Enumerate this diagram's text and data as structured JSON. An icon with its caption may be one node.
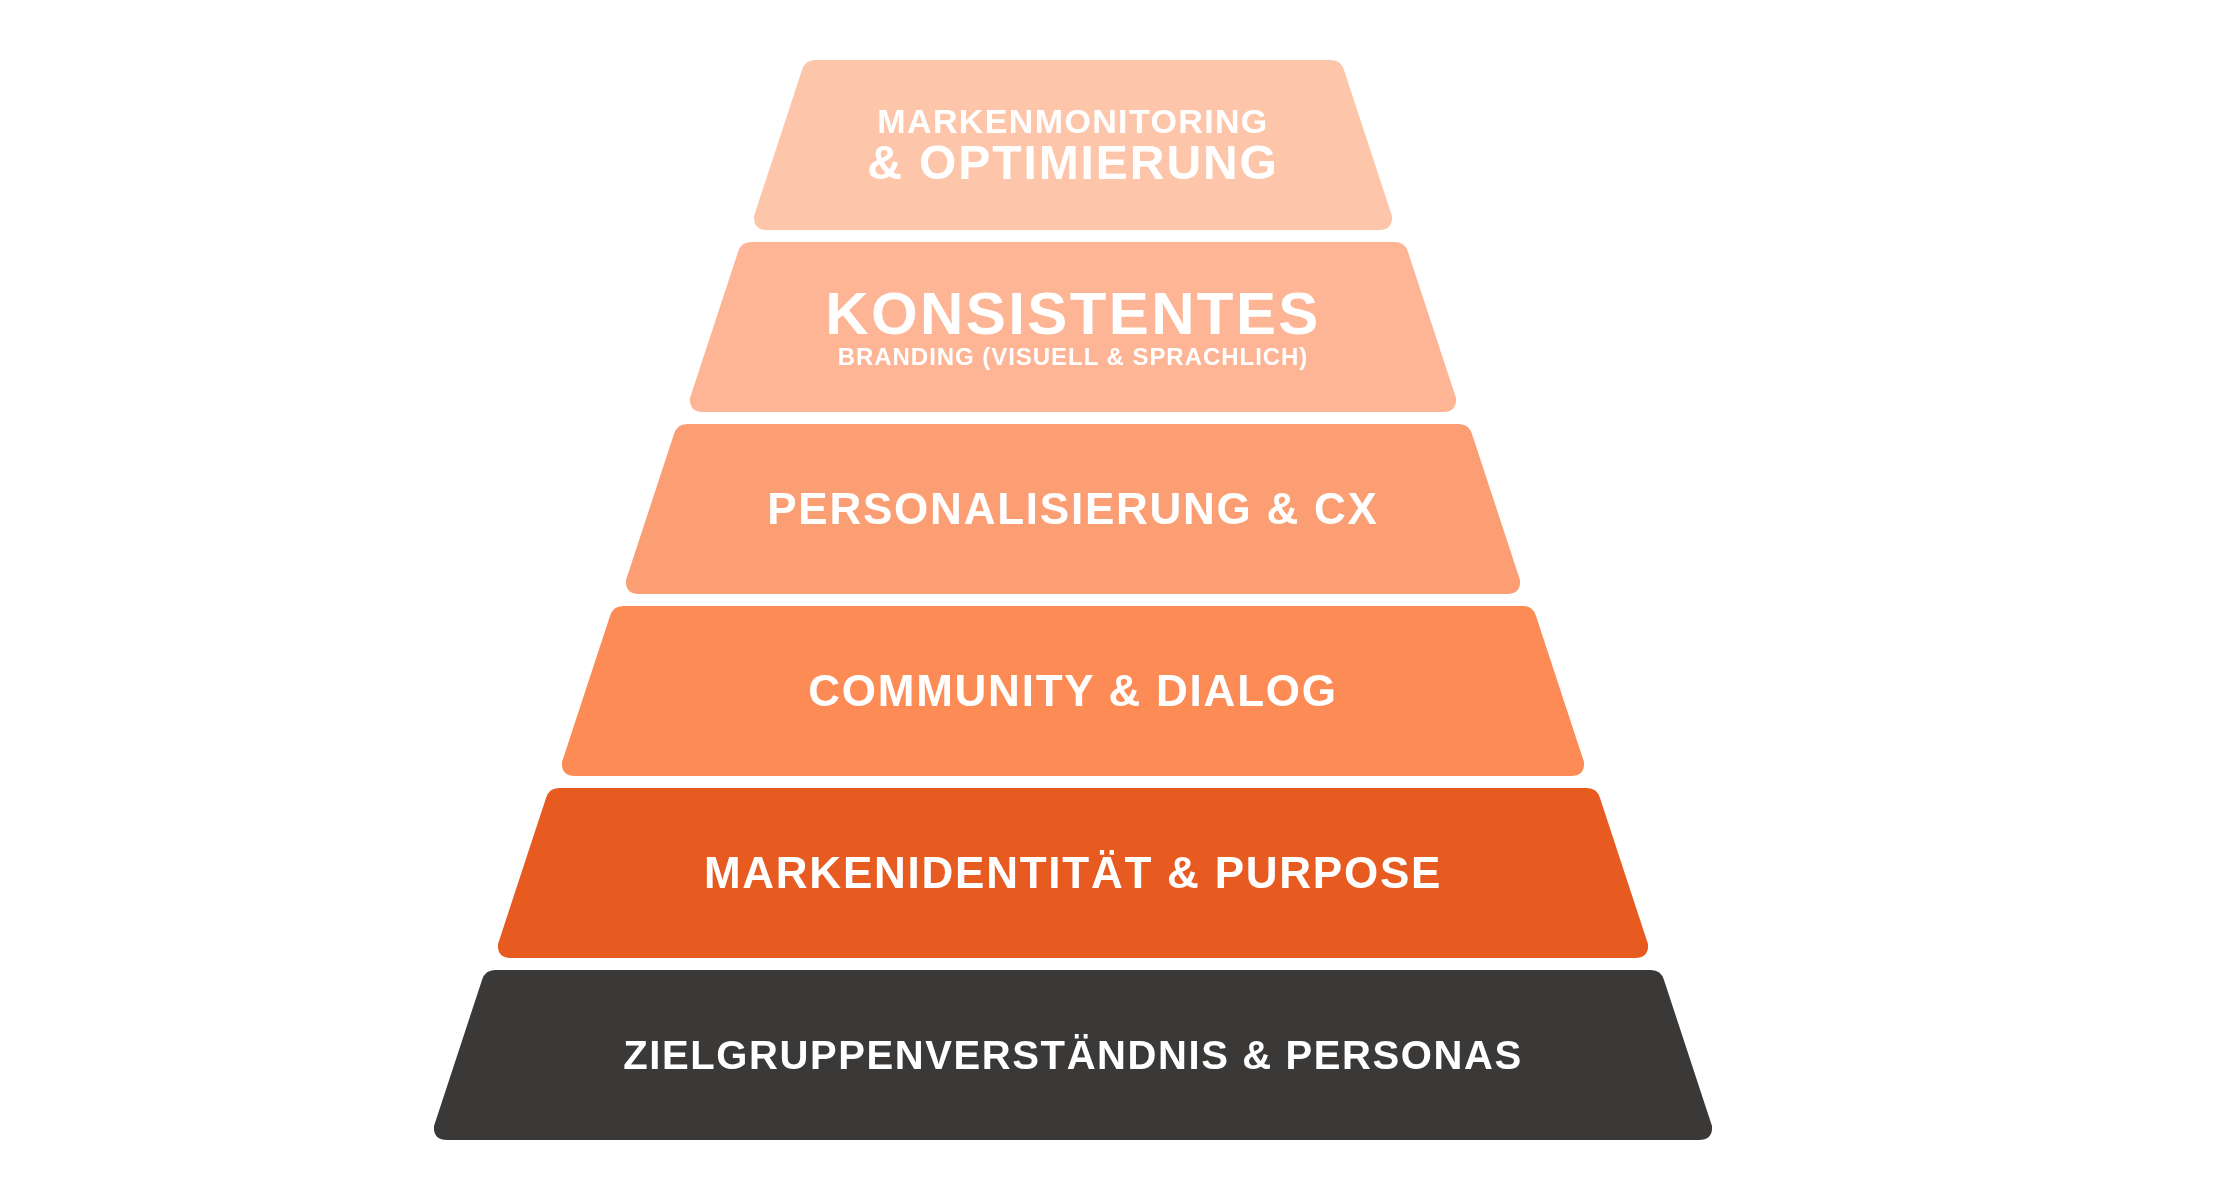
{
  "diagram": {
    "nodes": [
      {
        "text": [
          "MARKENMONITORING",
          "& OPTIMIERUNG"
        ]
      },
      {
        "text": [
          "KONSISTENTES",
          "BRANDING (VISUELL & SPRACHLICH)"
        ]
      },
      {
        "text": [
          "PERSONALISIERUNG & CX"
        ]
      },
      {
        "text": [
          "COMMUNITY & DIALOG"
        ]
      },
      {
        "text": [
          "MARKENIDENTITÄT & PURPOSE"
        ]
      },
      {
        "text": [
          "ZIELGRUPPENVERSTÄNDNIS & PERSONAS"
        ]
      }
    ]
  }
}
